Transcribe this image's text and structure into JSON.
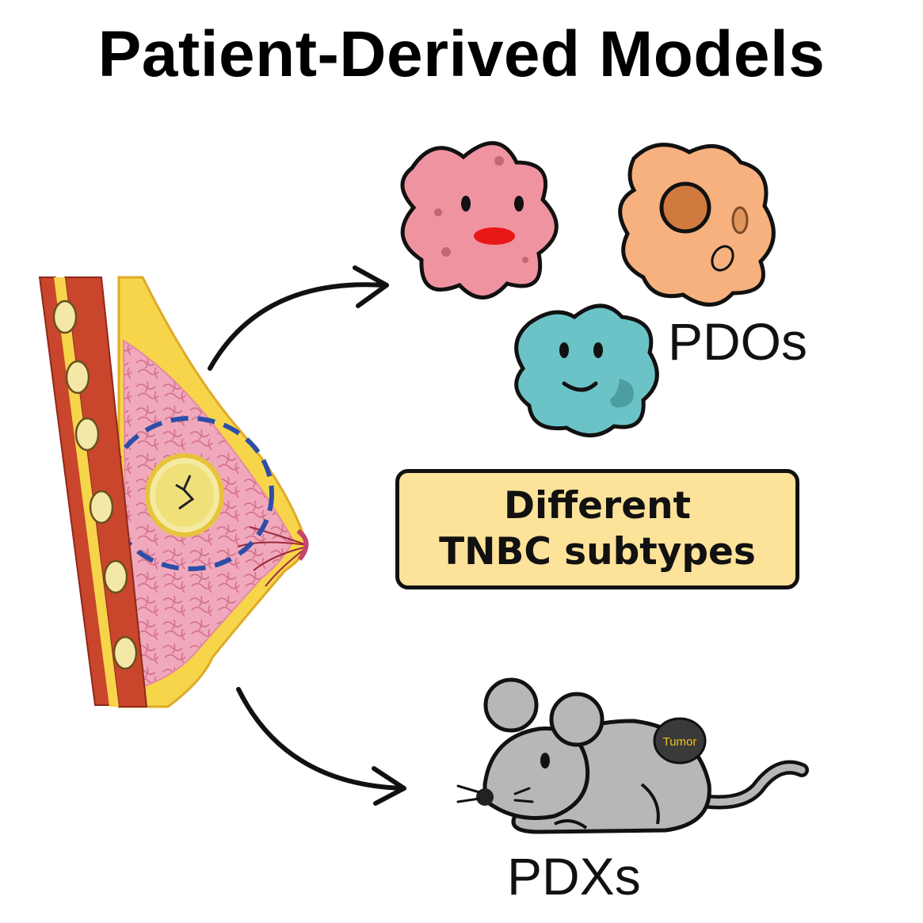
{
  "title": "Patient-Derived Models",
  "labels": {
    "pdos": "PDOs",
    "pdxs": "PDXs",
    "tumor": "Tumor"
  },
  "subtypes_box": {
    "line1": "Different",
    "line2": "TNBC subtypes"
  },
  "colors": {
    "pink_organoid": "#ef93a0",
    "orange_organoid": "#f7b17e",
    "teal_organoid": "#6cc3c7",
    "mouse": "#b7b7b7",
    "tumor": "#3a3a3a",
    "box_fill": "#fde29a",
    "breast_tissue": "#f0a9bc",
    "fat": "#f7d54a",
    "muscle": "#c9452c"
  }
}
